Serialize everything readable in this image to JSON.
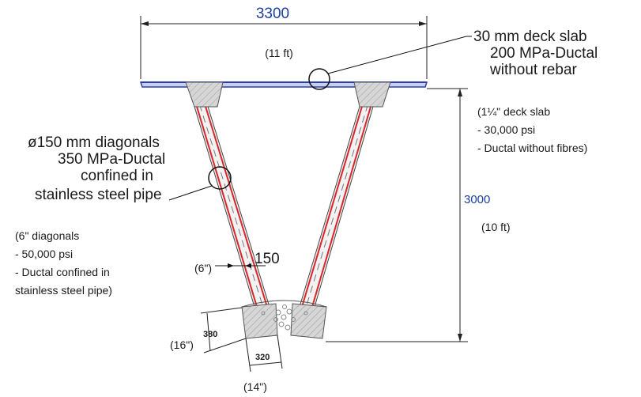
{
  "dimensions": {
    "width_mm": "3300",
    "width_ft": "(11 ft)",
    "height_mm": "3000",
    "height_ft": "(10 ft)",
    "node_height_mm": "380",
    "node_height_in": "(16\")",
    "node_width_mm": "320",
    "node_width_in": "(14\")",
    "pipe_mm": "150",
    "pipe_in": "(6\")"
  },
  "deck_callout": {
    "line1": "30 mm deck slab",
    "line2": "200  MPa-Ductal",
    "line3": "without rebar"
  },
  "deck_note": {
    "line1": "(1¼\" deck slab",
    "line2": "- 30,000 psi",
    "line3": "- Ductal without fibres)"
  },
  "diagonal_callout": {
    "line1": "ø150 mm diagonals",
    "line2": "350  MPa-Ductal",
    "line3": "confined in",
    "line4": "stainless steel pipe"
  },
  "diagonal_note": {
    "line1": "(6\" diagonals",
    "line2": "- 50,000 psi",
    "line3": "- Ductal confined in",
    "line4": "stainless steel pipe)"
  },
  "colors": {
    "deck_outline": "#2b3fa8",
    "deck_fill": "#c9d0ee",
    "pipe_red": "#d9262b",
    "concrete": "#d4d4d4",
    "dimension_line": "#222222"
  }
}
